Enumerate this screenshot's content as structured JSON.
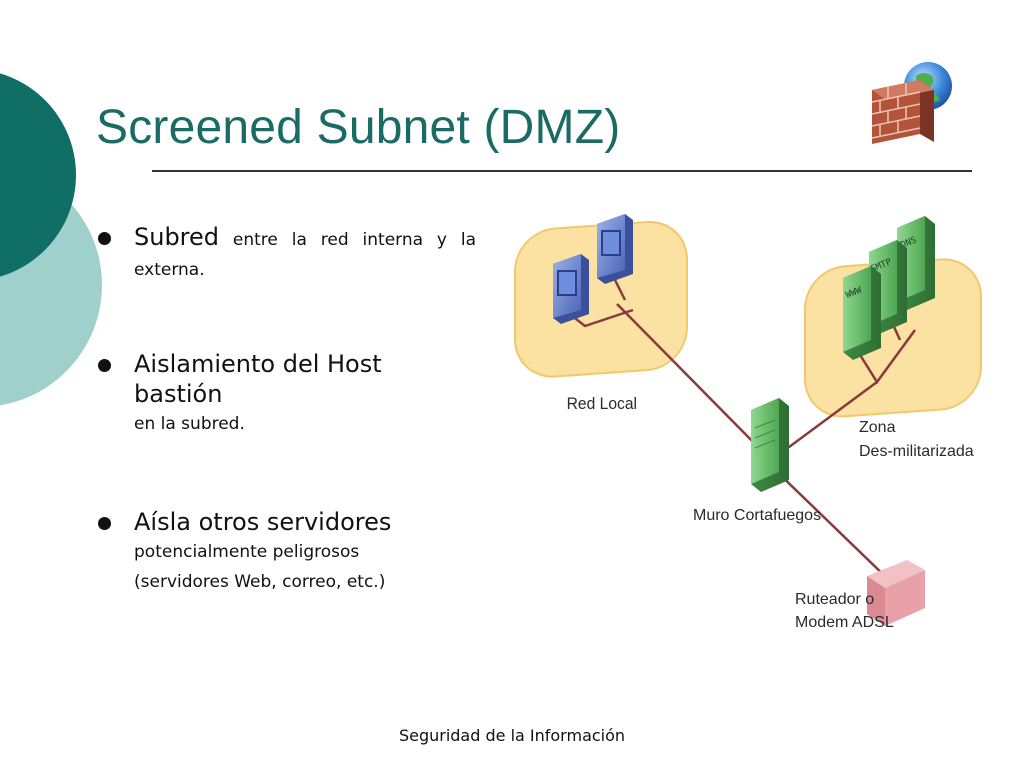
{
  "slide": {
    "title": "Screened Subnet (DMZ)",
    "footer": "Seguridad de la Información"
  },
  "bullets": [
    {
      "main": "Subred",
      "sub": " entre la red interna y la externa."
    },
    {
      "main": "Aislamiento del Host bastión",
      "sub": "en la subred."
    },
    {
      "main": "Aísla otros servidores",
      "sub": "potencialmente peligrosos (servidores Web, correo, etc.)"
    }
  ],
  "diagram": {
    "red_local_label": "Red Local",
    "zona_label_line1": "Zona",
    "zona_label_line2": "Des-militarizada",
    "firewall_label": "Muro Cortafuegos",
    "router_label_line1": "Ruteador o",
    "router_label_line2": "Modem ADSL",
    "server_labels": [
      "WWW",
      "SMTP",
      "DNS"
    ]
  },
  "colors": {
    "title": "#1a6b66",
    "circle_dark": "#0f6e66",
    "circle_light": "#9fd0cc",
    "zone_fill": "#fbe2a3",
    "link_line": "#8b3a3a",
    "server_green": "#7cc97e",
    "router_pink": "#e8a1a8"
  }
}
